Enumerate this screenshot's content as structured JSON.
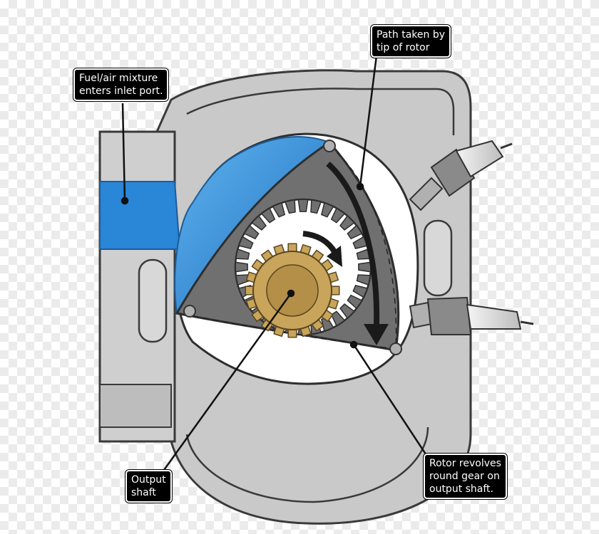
{
  "callouts": {
    "inlet": {
      "line1": "Fuel/air mixture",
      "line2": "enters inlet port."
    },
    "path": {
      "line1": "Path taken by",
      "line2": "tip of rotor"
    },
    "output": {
      "line1": "Output",
      "line2": "shaft"
    },
    "rotor": {
      "line1": "Rotor revolves",
      "line2": "round gear on",
      "line3": "output shaft."
    }
  },
  "colors": {
    "housing": "#c9c9c9",
    "housing_outline": "#3a3a3a",
    "intake": "#2a86d6",
    "rotor": "#6f6f6f",
    "gear": "#c8a55a"
  }
}
